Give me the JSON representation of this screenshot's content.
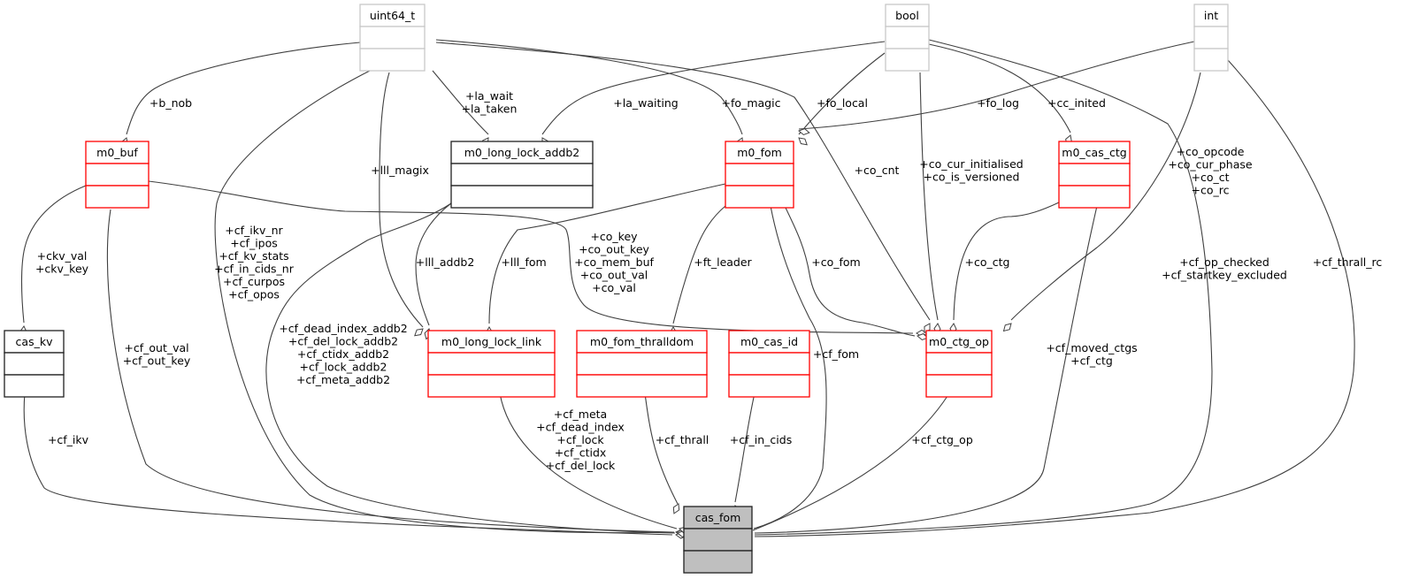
{
  "diagram": {
    "title": "cas_fom collaboration diagram",
    "colors": {
      "external_type_border": "#c8c8c8",
      "linked_class_border": "#ff0000",
      "plain_class_border": "#000000",
      "focus_class_fill": "#bfbfbf",
      "edge": "#404040"
    },
    "nodes": [
      {
        "id": "uint64_t",
        "label": "uint64_t",
        "kind": "external"
      },
      {
        "id": "bool",
        "label": "bool",
        "kind": "external"
      },
      {
        "id": "int",
        "label": "int",
        "kind": "external"
      },
      {
        "id": "m0_buf",
        "label": "m0_buf",
        "kind": "linked"
      },
      {
        "id": "m0_long_lock_addb2",
        "label": "m0_long_lock_addb2",
        "kind": "plain"
      },
      {
        "id": "m0_fom",
        "label": "m0_fom",
        "kind": "linked"
      },
      {
        "id": "m0_cas_ctg",
        "label": "m0_cas_ctg",
        "kind": "linked"
      },
      {
        "id": "cas_kv",
        "label": "cas_kv",
        "kind": "plain"
      },
      {
        "id": "m0_long_lock_link",
        "label": "m0_long_lock_link",
        "kind": "linked"
      },
      {
        "id": "m0_fom_thralldom",
        "label": "m0_fom_thralldom",
        "kind": "linked"
      },
      {
        "id": "m0_cas_id",
        "label": "m0_cas_id",
        "kind": "linked"
      },
      {
        "id": "m0_ctg_op",
        "label": "m0_ctg_op",
        "kind": "linked"
      },
      {
        "id": "cas_fom",
        "label": "cas_fom",
        "kind": "focus"
      }
    ],
    "edges": [
      {
        "from": "uint64_t",
        "to": "m0_buf",
        "labels": [
          "+b_nob"
        ]
      },
      {
        "from": "uint64_t",
        "to": "m0_long_lock_addb2",
        "labels": [
          "+la_wait",
          "+la_taken"
        ]
      },
      {
        "from": "bool",
        "to": "m0_long_lock_addb2",
        "labels": [
          "+la_waiting"
        ]
      },
      {
        "from": "uint64_t",
        "to": "m0_fom",
        "labels": [
          "+fo_magic"
        ]
      },
      {
        "from": "bool",
        "to": "m0_fom",
        "labels": [
          "+fo_local"
        ]
      },
      {
        "from": "int",
        "to": "m0_fom",
        "labels": [
          "+fo_log"
        ]
      },
      {
        "from": "bool",
        "to": "m0_cas_ctg",
        "labels": [
          "+cc_inited"
        ]
      },
      {
        "from": "m0_buf",
        "to": "cas_kv",
        "labels": [
          "+ckv_val",
          "+ckv_key"
        ]
      },
      {
        "from": "uint64_t",
        "to": "m0_long_lock_link",
        "labels": [
          "+lll_magix"
        ]
      },
      {
        "from": "m0_long_lock_addb2",
        "to": "m0_long_lock_link",
        "labels": [
          "+lll_addb2"
        ]
      },
      {
        "from": "m0_fom",
        "to": "m0_long_lock_link",
        "labels": [
          "+lll_fom"
        ]
      },
      {
        "from": "m0_fom",
        "to": "m0_fom_thralldom",
        "labels": [
          "+ft_leader"
        ]
      },
      {
        "from": "m0_buf",
        "to": "m0_ctg_op",
        "labels": [
          "+co_key",
          "+co_out_key",
          "+co_mem_buf",
          "+co_out_val",
          "+co_val"
        ]
      },
      {
        "from": "m0_fom",
        "to": "m0_ctg_op",
        "labels": [
          "+co_fom"
        ]
      },
      {
        "from": "uint64_t",
        "to": "m0_ctg_op",
        "labels": [
          "+co_cnt"
        ]
      },
      {
        "from": "bool",
        "to": "m0_ctg_op",
        "labels": [
          "+co_cur_initialised",
          "+co_is_versioned"
        ]
      },
      {
        "from": "m0_cas_ctg",
        "to": "m0_ctg_op",
        "labels": [
          "+co_ctg"
        ]
      },
      {
        "from": "int",
        "to": "m0_ctg_op",
        "labels": [
          "+co_opcode",
          "+co_cur_phase",
          "+co_ct",
          "+co_rc"
        ]
      },
      {
        "from": "cas_kv",
        "to": "cas_fom",
        "labels": [
          "+cf_ikv"
        ]
      },
      {
        "from": "m0_buf",
        "to": "cas_fom",
        "labels": [
          "+cf_out_val",
          "+cf_out_key"
        ]
      },
      {
        "from": "uint64_t",
        "to": "cas_fom",
        "labels": [
          "+cf_ikv_nr",
          "+cf_ipos",
          "+cf_kv_stats",
          "+cf_in_cids_nr",
          "+cf_curpos",
          "+cf_opos"
        ]
      },
      {
        "from": "m0_long_lock_addb2",
        "to": "cas_fom",
        "labels": [
          "+cf_dead_index_addb2",
          "+cf_del_lock_addb2",
          "+cf_ctidx_addb2",
          "+cf_lock_addb2",
          "+cf_meta_addb2"
        ]
      },
      {
        "from": "m0_long_lock_link",
        "to": "cas_fom",
        "labels": [
          "+cf_meta",
          "+cf_dead_index",
          "+cf_lock",
          "+cf_ctidx",
          "+cf_del_lock"
        ]
      },
      {
        "from": "m0_fom_thralldom",
        "to": "cas_fom",
        "labels": [
          "+cf_thrall"
        ]
      },
      {
        "from": "m0_cas_id",
        "to": "cas_fom",
        "labels": [
          "+cf_in_cids"
        ]
      },
      {
        "from": "m0_fom",
        "to": "cas_fom",
        "labels": [
          "+cf_fom"
        ]
      },
      {
        "from": "m0_ctg_op",
        "to": "cas_fom",
        "labels": [
          "+cf_ctg_op"
        ]
      },
      {
        "from": "m0_cas_ctg",
        "to": "cas_fom",
        "labels": [
          "+cf_moved_ctgs",
          "+cf_ctg"
        ]
      },
      {
        "from": "bool",
        "to": "cas_fom",
        "labels": [
          "+cf_op_checked",
          "+cf_startkey_excluded"
        ]
      },
      {
        "from": "int",
        "to": "cas_fom",
        "labels": [
          "+cf_thrall_rc"
        ]
      }
    ]
  }
}
